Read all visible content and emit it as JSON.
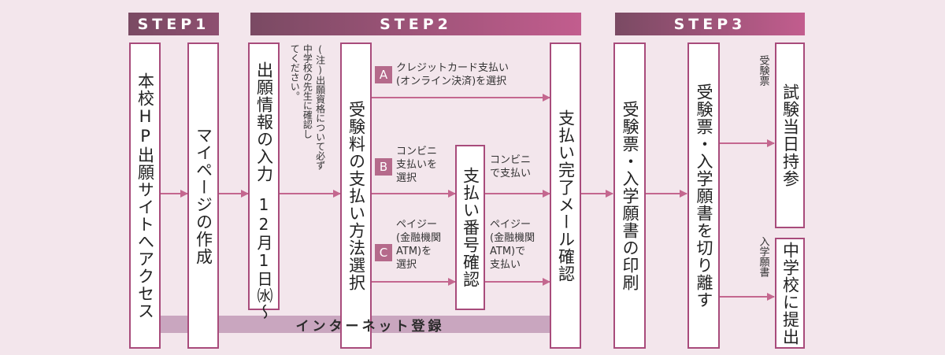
{
  "steps": {
    "step1": "STEP1",
    "step2": "STEP2",
    "step3": "STEP3"
  },
  "boxes": {
    "access": "本校HP出願サイトへアクセス",
    "mypage": "マイページの作成",
    "application_entry": "出願情報の入力",
    "application_date": "12月1日㈬～",
    "payment_method": "受験料の支払い方法選択",
    "payment_number": "支払い番号確認",
    "payment_mail": "支払い完了メール確認",
    "print_ticket": "受験票・入学願書の印刷",
    "cut_ticket": "受験票・入学願書を切り離す",
    "bring_exam_day": "試験当日持参",
    "submit_school": "中学校に提出"
  },
  "notes": {
    "eligibility": "(注)出願資格について必ず\n中学校の先生に確認し\nてください。"
  },
  "options": {
    "a_badge": "A",
    "a_text": "クレジットカード支払い\n(オンライン決済)を選択",
    "b_badge": "B",
    "b_text": "コンビニ\n支払いを\n選択",
    "c_badge": "C",
    "c_text": "ペイジー\n(金融機関\nATM)を\n選択",
    "b_result": "コンビニ\nで支払い",
    "c_result": "ペイジー\n(金融機関\nATM)で\n支払い"
  },
  "side_labels": {
    "exam_ticket": "受験票",
    "application_form": "入学願書"
  },
  "internet_banner": "インターネット登録",
  "colors": {
    "background": "#f3e6ec",
    "box_border": "#a84b7b",
    "arrow": "#c4678f",
    "step_gradient_start": "#7a4a63",
    "step_gradient_end": "#c25d8e",
    "badge": "#b56a8b",
    "banner_arrow": "#c9a6bf"
  }
}
